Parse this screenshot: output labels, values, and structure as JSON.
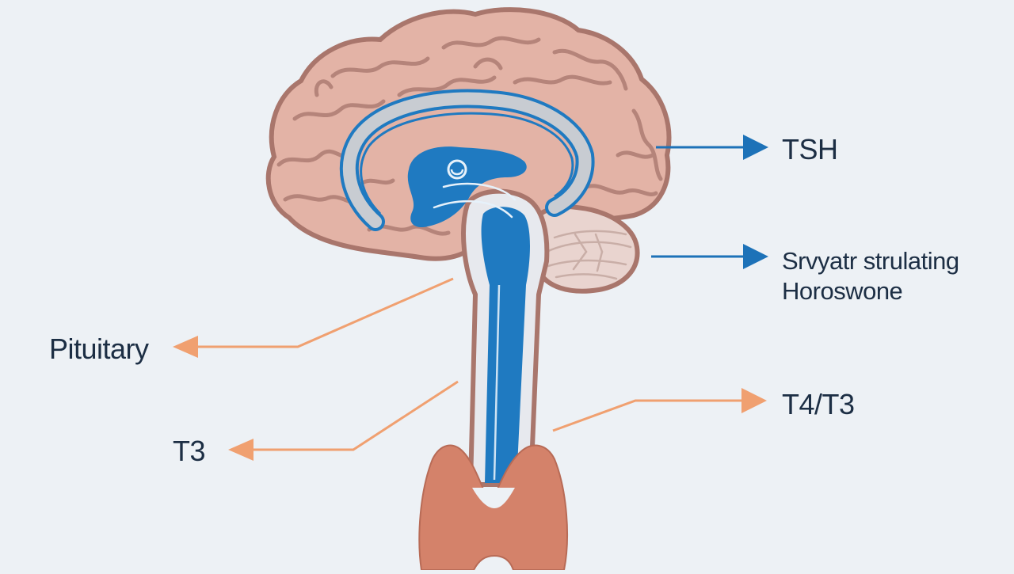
{
  "labels": {
    "tsh": "TSH",
    "trh_line1": "Srvyatr strulating",
    "trh_line2": "Horoswone",
    "pituitary": "Pituitary",
    "t3": "T3",
    "t4_t3": "T4/T3"
  },
  "colors": {
    "background": "#edf1f5",
    "brain": "#e3b3a6",
    "brain_outline": "#a9766c",
    "cerebellum": "#e9d4cf",
    "thyroid": "#d4826a",
    "pathway_blue": "#1f7ac1",
    "arrow_blue": "#1d72b8",
    "arrow_orange": "#f0a070",
    "label_text": "#1c2e44"
  },
  "icons": {
    "tsh_arrow": "arrow-right-icon",
    "trh_arrow": "arrow-right-icon",
    "pituitary_arrow": "arrow-left-icon",
    "t3_arrow": "arrow-left-icon",
    "t4_arrow": "arrow-right-icon"
  }
}
